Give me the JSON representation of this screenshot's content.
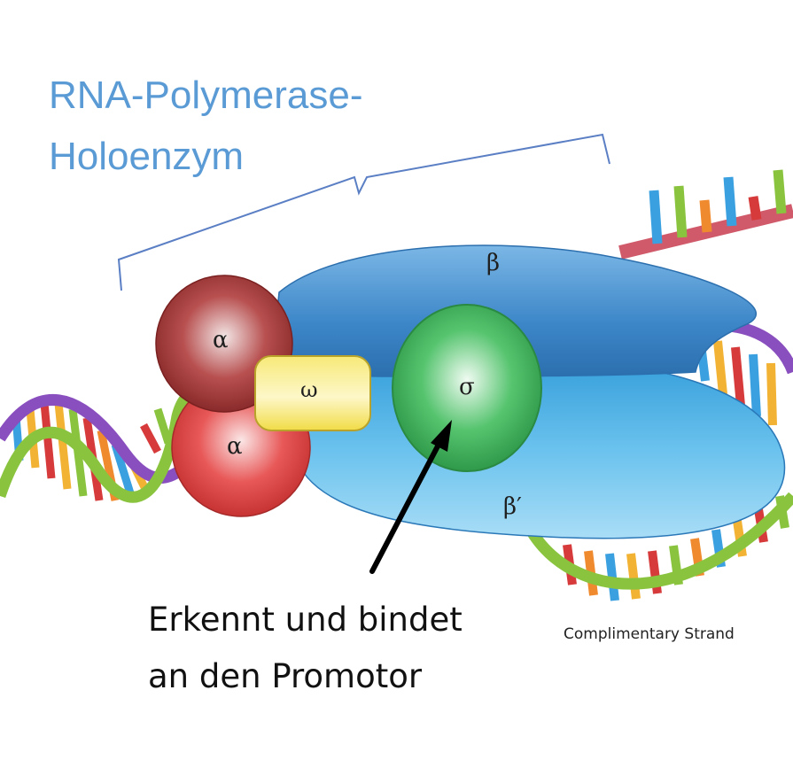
{
  "title": {
    "line1": "RNA-Polymerase-",
    "line2": "Holoenzym"
  },
  "subunits": {
    "beta": "β",
    "beta_prime": "β′",
    "alpha_top": "α",
    "alpha_bottom": "α",
    "omega": "ω",
    "sigma": "σ"
  },
  "annotation": {
    "line1": "Erkennt und bindet",
    "line2": "an den Promotor"
  },
  "strand_label": "Complimentary Strand",
  "colors": {
    "title": "#5b9bd5",
    "bracket": "#5b7fc4",
    "beta": "#3f86c9",
    "beta_prime": "#3aa6e0",
    "alpha_top": "#a83a3a",
    "alpha_bottom": "#e04848",
    "omega": "#f5e04a",
    "sigma": "#3bb05a",
    "dna_backbone_purple": "#8a4fbf",
    "dna_backbone_green": "#8ac43f",
    "rna_strand": "#d05a6a"
  }
}
